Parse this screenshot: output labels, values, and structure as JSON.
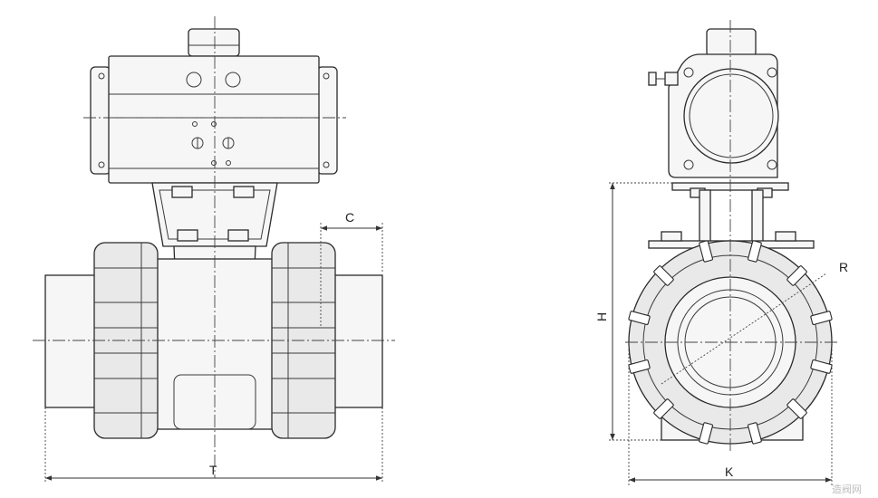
{
  "dimensions": {
    "t_label": "T",
    "c_label": "C",
    "h_label": "H",
    "k_label": "K",
    "r_label": "R"
  },
  "watermark": "造阀网"
}
